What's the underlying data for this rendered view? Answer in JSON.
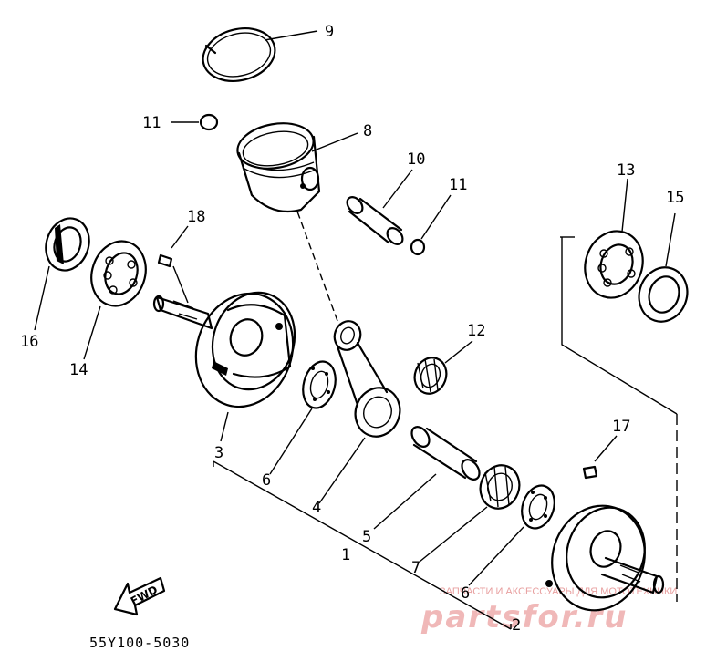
{
  "diagram": {
    "part_code": "55Y100-5030",
    "fwd_label": "FWD",
    "watermark_small": "ЗАПЧАСТИ И АКСЕССУАРЫ ДЛЯ МОТОТЕХНИКИ",
    "watermark_large": "partsfor.ru",
    "callouts": [
      {
        "id": "c1",
        "text": "1"
      },
      {
        "id": "c2",
        "text": "2"
      },
      {
        "id": "c3",
        "text": "3"
      },
      {
        "id": "c4",
        "text": "4"
      },
      {
        "id": "c5",
        "text": "5"
      },
      {
        "id": "c6a",
        "text": "6"
      },
      {
        "id": "c6b",
        "text": "6"
      },
      {
        "id": "c7",
        "text": "7"
      },
      {
        "id": "c8",
        "text": "8"
      },
      {
        "id": "c9",
        "text": "9"
      },
      {
        "id": "c10",
        "text": "10"
      },
      {
        "id": "c11a",
        "text": "11"
      },
      {
        "id": "c11b",
        "text": "11"
      },
      {
        "id": "c12",
        "text": "12"
      },
      {
        "id": "c13",
        "text": "13"
      },
      {
        "id": "c14",
        "text": "14"
      },
      {
        "id": "c15",
        "text": "15"
      },
      {
        "id": "c16",
        "text": "16"
      },
      {
        "id": "c17",
        "text": "17"
      },
      {
        "id": "c18",
        "text": "18"
      }
    ]
  }
}
